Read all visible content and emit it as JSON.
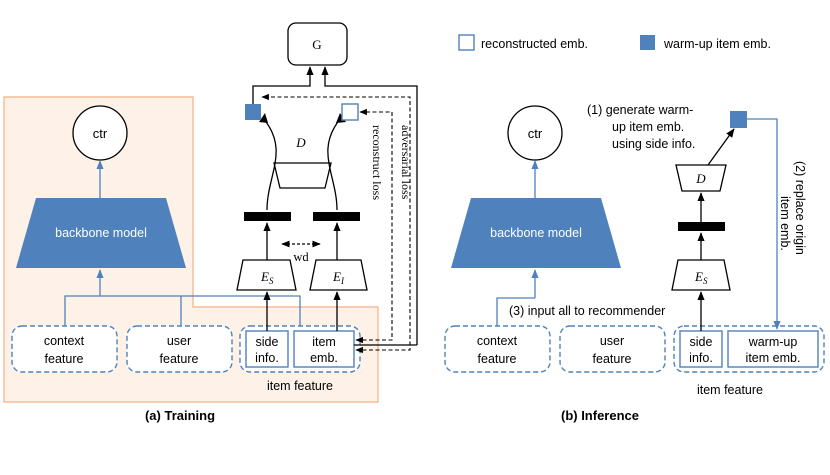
{
  "legend": {
    "reconstructed": "reconstructed emb.",
    "warmup": "warm-up item emb."
  },
  "training": {
    "caption": "(a) Training",
    "ctr": "ctr",
    "backbone": "backbone model",
    "context_feature": [
      "context",
      "feature"
    ],
    "user_feature": [
      "user",
      "feature"
    ],
    "side_info": [
      "side",
      "info."
    ],
    "item_emb": [
      "item",
      "emb."
    ],
    "item_feature": "item feature",
    "G": "G",
    "D": "D",
    "E_S": "E",
    "E_S_sub": "S",
    "E_I": "E",
    "E_I_sub": "I",
    "wd": "wd",
    "reconstruct_loss": "reconstruct loss",
    "adversarial_loss": "adversarial loss"
  },
  "inference": {
    "caption": "(b) Inference",
    "ctr": "ctr",
    "backbone": "backbone model",
    "context_feature": [
      "context",
      "feature"
    ],
    "user_feature": [
      "user",
      "feature"
    ],
    "side_info": [
      "side",
      "info."
    ],
    "warmup_item_emb": [
      "warm-up",
      "item emb."
    ],
    "item_feature": "item feature",
    "D": "D",
    "E_S": "E",
    "E_S_sub": "S",
    "step1": [
      "(1)  generate warm-",
      "up item emb.",
      "using side info."
    ],
    "step2": [
      "(2) replace origin",
      "item emb."
    ],
    "step3": "(3) input all to recommender"
  },
  "colors": {
    "blue_fill": "#4f81bd",
    "blue_line": "#4f81bd",
    "training_bg": "#fdf1e8",
    "training_border": "#f4b183"
  }
}
